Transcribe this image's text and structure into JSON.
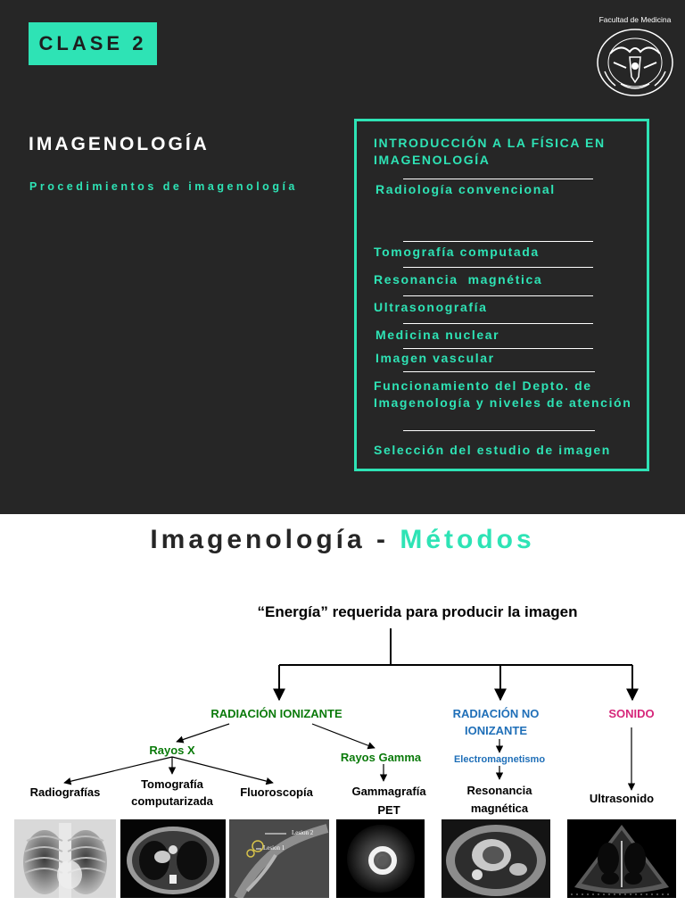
{
  "header": {
    "clase": "CLASE 2",
    "faculty": "Facultad de Medicina",
    "title": "IMAGENOLOGÍA",
    "subtitle": "Procedimientos de imagenología"
  },
  "index": {
    "items": [
      "INTRODUCCIÓN A LA FÍSICA EN IMAGENOLOGÍA",
      "Radiología convencional",
      "Tomografía computada",
      "Resonancia  magnética",
      "Ultrasonografía",
      "Medicina nuclear",
      "Imagen vascular",
      "Funcionamiento del Depto. de Imagenología y niveles de atención",
      "Selección del estudio de imagen"
    ]
  },
  "methods": {
    "title_prefix": "Imagenología - ",
    "title_accent": "Métodos",
    "energy_title": "“Energía” requerida para producir la imagen",
    "ionizing": "RADIACIÓN IONIZANTE",
    "non_ionizing": "RADIACIÓN NO IONIZANTE",
    "sound": "SONIDO",
    "xrays": "Rayos X",
    "gamma": "Rayos Gamma",
    "electromagnetism": "Electromagnetismo",
    "radiographs": "Radiografías",
    "ct": "Tomografía computarizada",
    "fluoroscopy": "Fluoroscopía",
    "gammagraphy": "Gammagrafía",
    "pet": "PET",
    "mri": "Resonancia magnética",
    "ultrasound": "Ultrasonido",
    "lesion_2": "Lesion 2",
    "lesion_1": "Lesion 1"
  },
  "colors": {
    "accent": "#2ee3b5",
    "dark_bg": "#262626",
    "ionizing_green": "#0a7a0a",
    "non_ionizing_blue": "#1f6fb8",
    "sound_pink": "#d6267a"
  }
}
